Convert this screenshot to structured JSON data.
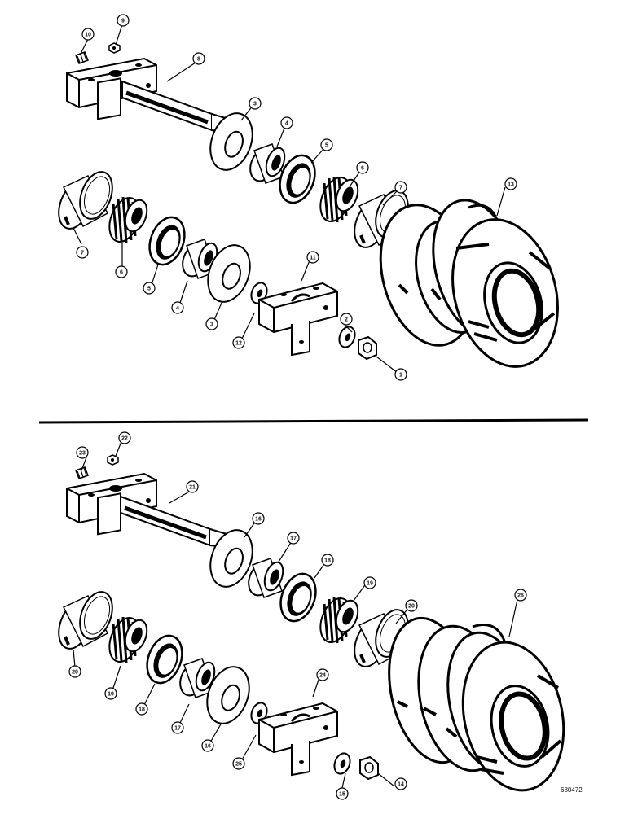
{
  "figure_number": "680472",
  "callouts": [
    {
      "id": "c1",
      "label": "1"
    },
    {
      "id": "c2",
      "label": "2"
    },
    {
      "id": "c3a",
      "label": "3"
    },
    {
      "id": "c3b",
      "label": "3"
    },
    {
      "id": "c4a",
      "label": "4"
    },
    {
      "id": "c4b",
      "label": "4"
    },
    {
      "id": "c5a",
      "label": "5"
    },
    {
      "id": "c5b",
      "label": "5"
    },
    {
      "id": "c6a",
      "label": "6"
    },
    {
      "id": "c6b",
      "label": "6"
    },
    {
      "id": "c7a",
      "label": "7"
    },
    {
      "id": "c7b",
      "label": "7"
    },
    {
      "id": "c8",
      "label": "8"
    },
    {
      "id": "c9",
      "label": "9"
    },
    {
      "id": "c10",
      "label": "10"
    },
    {
      "id": "c11",
      "label": "11"
    },
    {
      "id": "c12",
      "label": "12"
    },
    {
      "id": "c13",
      "label": "13"
    },
    {
      "id": "c14",
      "label": "14"
    },
    {
      "id": "c15",
      "label": "15"
    },
    {
      "id": "c16a",
      "label": "16"
    },
    {
      "id": "c16b",
      "label": "16"
    },
    {
      "id": "c17a",
      "label": "17"
    },
    {
      "id": "c17b",
      "label": "17"
    },
    {
      "id": "c18a",
      "label": "18"
    },
    {
      "id": "c18b",
      "label": "18"
    },
    {
      "id": "c19a",
      "label": "19"
    },
    {
      "id": "c19b",
      "label": "19"
    },
    {
      "id": "c20a",
      "label": "20"
    },
    {
      "id": "c20b",
      "label": "20"
    },
    {
      "id": "c21",
      "label": "21"
    },
    {
      "id": "c22",
      "label": "22"
    },
    {
      "id": "c23",
      "label": "23"
    },
    {
      "id": "c24",
      "label": "24"
    },
    {
      "id": "c25",
      "label": "25"
    },
    {
      "id": "c26",
      "label": "26"
    }
  ]
}
